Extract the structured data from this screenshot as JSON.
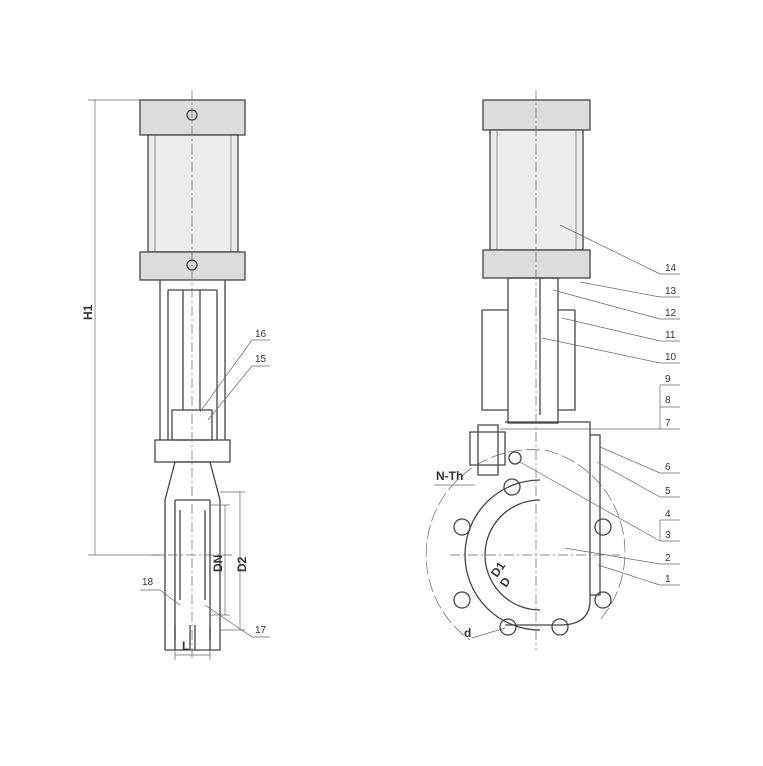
{
  "front_view": {
    "dimensions": {
      "h1": "H1",
      "dn": "DN",
      "d2": "D2",
      "l": "L"
    },
    "part_labels": [
      "16",
      "15",
      "18",
      "17"
    ]
  },
  "side_view": {
    "part_labels": [
      "14",
      "13",
      "12",
      "11",
      "10",
      "9",
      "8",
      "7",
      "6",
      "5",
      "4",
      "3",
      "2",
      "1"
    ],
    "dimensions": {
      "n_th": "N-Th",
      "d1": "D1",
      "d": "D",
      "d_small": "d"
    }
  }
}
